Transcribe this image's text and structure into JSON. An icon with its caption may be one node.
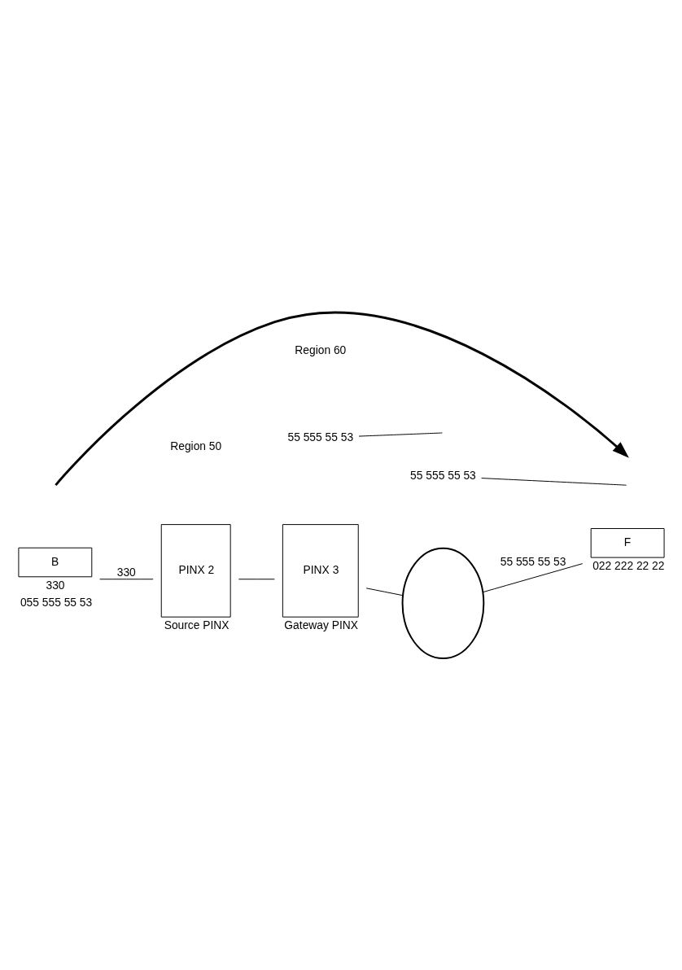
{
  "diagram": {
    "nodes": [
      {
        "text": [
          "B"
        ],
        "beside": [
          "330",
          "055 555 55 53"
        ]
      },
      {
        "text": [
          "PINX 2"
        ],
        "beside": [
          "Source PINX"
        ]
      },
      {
        "text": [
          "PINX 3"
        ],
        "beside": [
          "Gateway PINX"
        ]
      },
      {
        "text": [],
        "shape": "cloud"
      },
      {
        "text": [
          "F"
        ],
        "beside": [
          "022 222 22 22"
        ]
      },
      {
        "text": [
          "55 555 55 53"
        ]
      },
      {
        "text": [
          "55 555 55 53"
        ]
      }
    ],
    "edges": [
      {
        "from": 0,
        "to": 1,
        "arrow": "none",
        "label": "330"
      },
      {
        "from": 1,
        "to": 2,
        "arrow": "none"
      },
      {
        "from": 2,
        "to": 3,
        "arrow": "none"
      },
      {
        "from": 3,
        "to": 4,
        "arrow": "none",
        "label": "55 555 55 53"
      },
      {
        "from": 5,
        "to": null,
        "arrow": "none"
      },
      {
        "from": 6,
        "to": null,
        "arrow": "none"
      }
    ],
    "labels": [
      "Region 50",
      "Region 60"
    ]
  }
}
